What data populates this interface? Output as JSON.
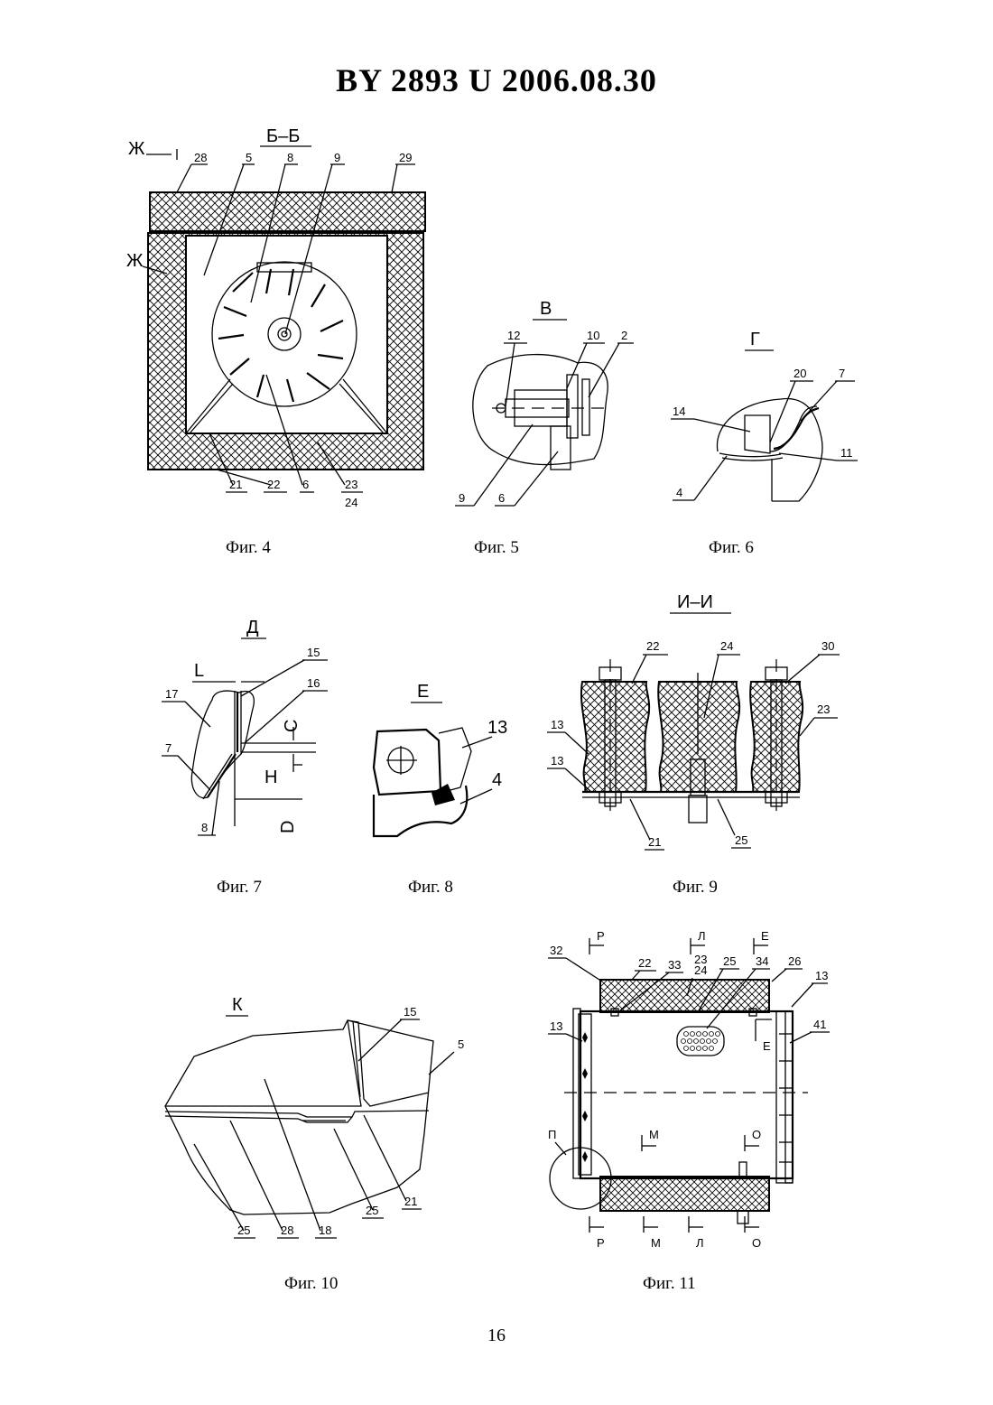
{
  "header": {
    "title": "BY  2893  U  2006.08.30"
  },
  "figures": {
    "fig4": {
      "caption": "Фиг. 4",
      "section": "Б–Б",
      "marks": [
        "Ж",
        "Ж"
      ],
      "labels": [
        "28",
        "5",
        "8",
        "9",
        "29",
        "21",
        "22",
        "6",
        "23",
        "24"
      ]
    },
    "fig5": {
      "caption": "Фиг. 5",
      "section": "В",
      "labels": [
        "12",
        "10",
        "2",
        "9",
        "6"
      ]
    },
    "fig6": {
      "caption": "Фиг. 6",
      "section": "Г",
      "labels": [
        "20",
        "7",
        "14",
        "11",
        "4"
      ]
    },
    "fig7": {
      "caption": "Фиг. 7",
      "section": "Д",
      "labels": [
        "L",
        "15",
        "16",
        "17",
        "C",
        "7",
        "H",
        "D",
        "8"
      ]
    },
    "fig8": {
      "caption": "Фиг. 8",
      "section": "Е",
      "labels": [
        "13",
        "4"
      ]
    },
    "fig9": {
      "caption": "Фиг. 9",
      "section": "И–И",
      "labels": [
        "22",
        "24",
        "30",
        "23",
        "13",
        "13",
        "21",
        "25"
      ]
    },
    "fig10": {
      "caption": "Фиг. 10",
      "section": "К",
      "labels": [
        "15",
        "5",
        "25",
        "21",
        "25",
        "28",
        "18"
      ]
    },
    "fig11": {
      "caption": "Фиг. 11",
      "labels": [
        "Р",
        "Л",
        "Е",
        "32",
        "22",
        "33",
        "23",
        "24",
        "25",
        "34",
        "26",
        "13",
        "13",
        "Е",
        "41",
        "П",
        "М",
        "О",
        "Р",
        "М",
        "Л",
        "О"
      ]
    }
  },
  "page": {
    "number": "16"
  }
}
